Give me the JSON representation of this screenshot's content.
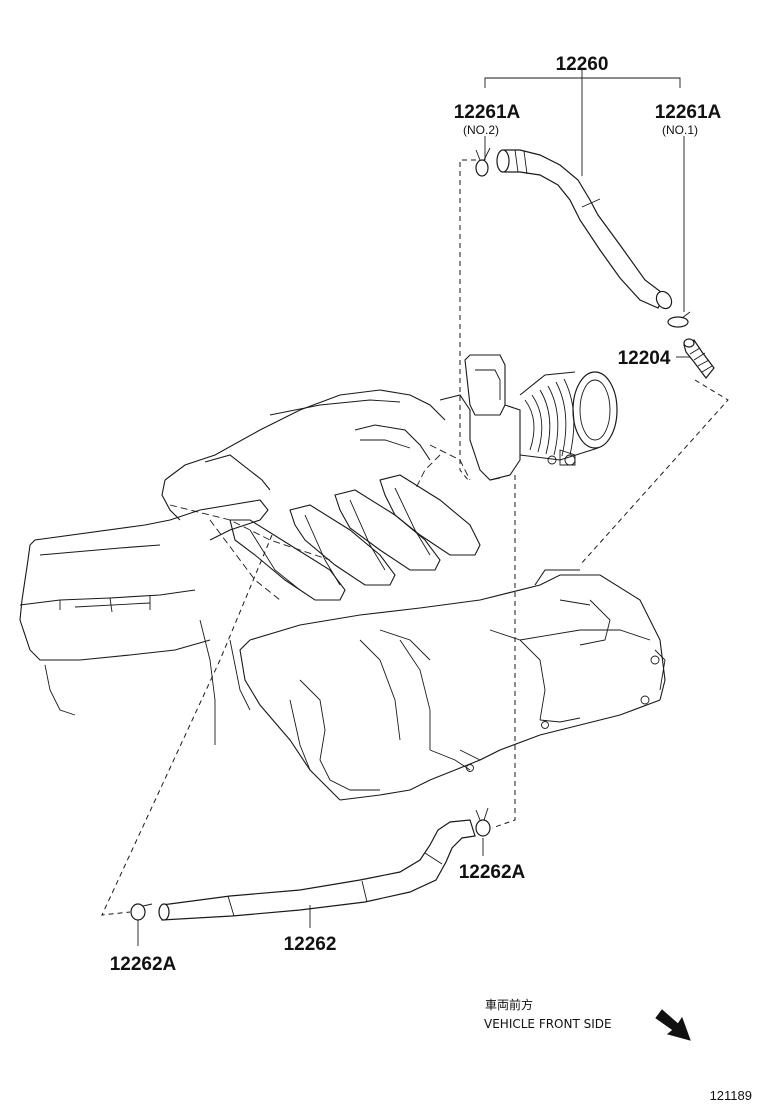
{
  "parts": {
    "hose_assy": {
      "number": "12260"
    },
    "hose_no2": {
      "number": "12261A",
      "sub": "(NO.2)"
    },
    "hose_no1": {
      "number": "12261A",
      "sub": "(NO.1)"
    },
    "pcv_valve": {
      "number": "12204"
    },
    "clamp_upper": {
      "number": "12262A"
    },
    "hose_lower": {
      "number": "12262"
    },
    "clamp_lower": {
      "number": "12262A"
    }
  },
  "direction": {
    "label_jp": "車両前方",
    "label_en": "VEHICLE FRONT SIDE",
    "icon": "arrow-down-right-icon"
  },
  "figure_id": "121189"
}
